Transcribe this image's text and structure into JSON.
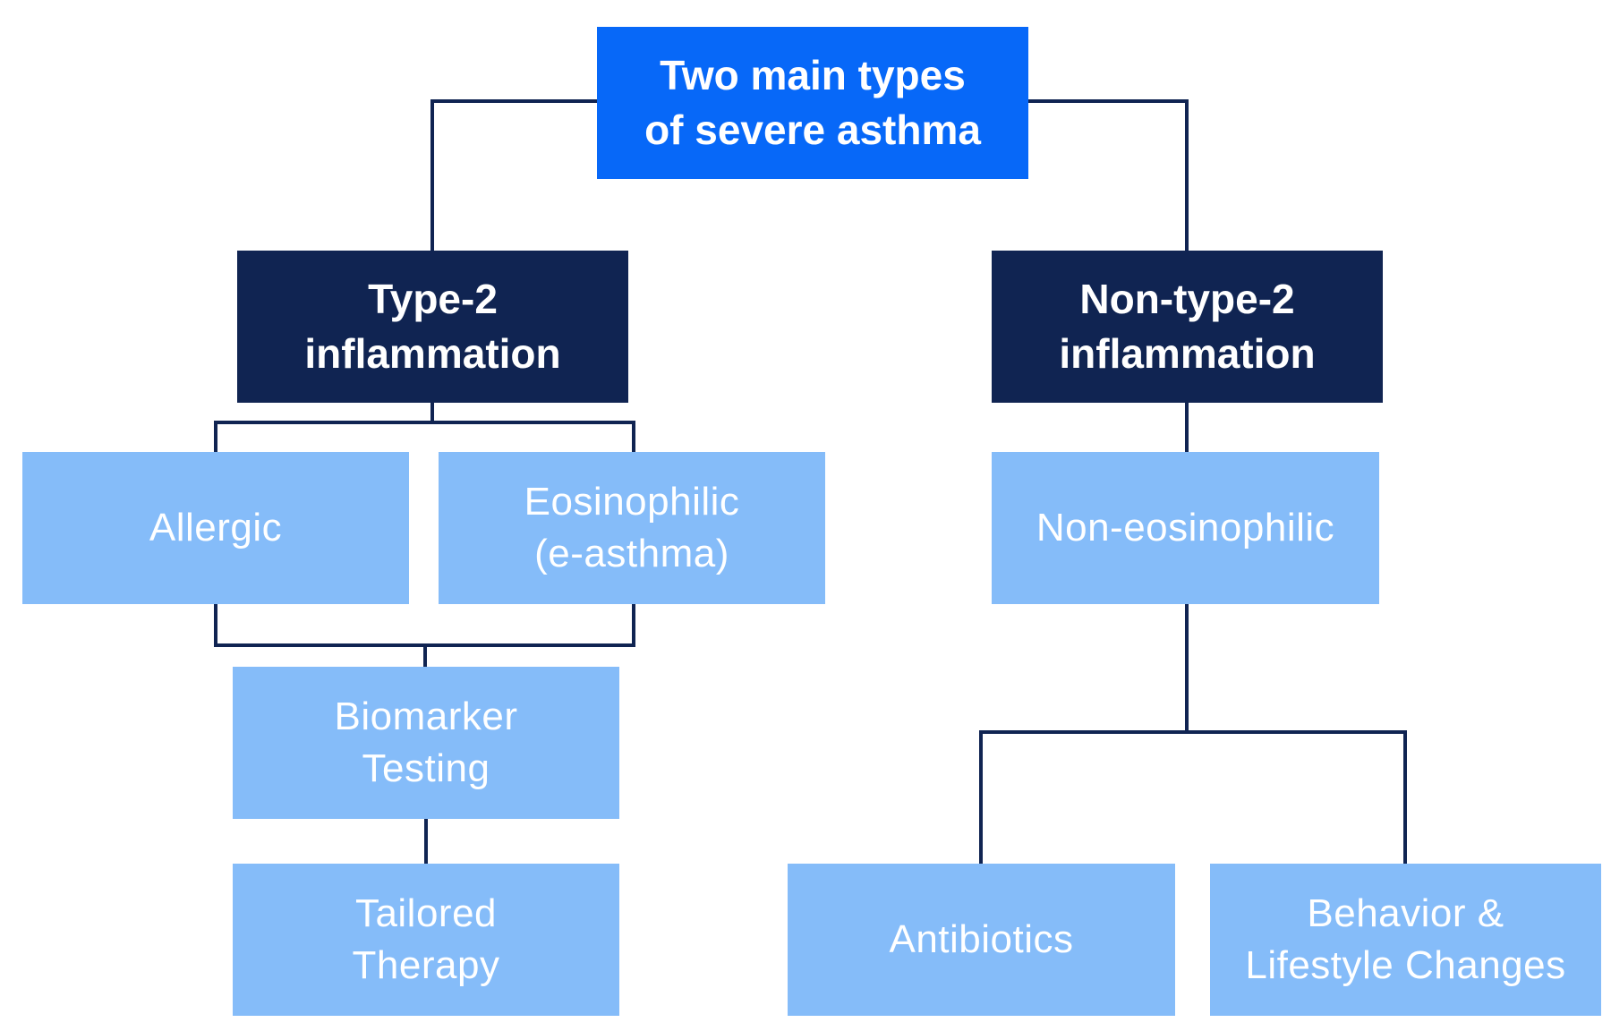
{
  "diagram": {
    "title": "Two main types of severe asthma",
    "nodes": {
      "root": {
        "label": "Two main types\nof severe asthma",
        "style": "primary"
      },
      "type2": {
        "label": "Type-2\ninflammation",
        "style": "dark"
      },
      "nontype2": {
        "label": "Non-type-2\ninflammation",
        "style": "dark"
      },
      "allergic": {
        "label": "Allergic",
        "style": "light"
      },
      "eosinophilic": {
        "label": "Eosinophilic\n(e-asthma)",
        "style": "light"
      },
      "non_eosinophilic": {
        "label": "Non-eosinophilic",
        "style": "light"
      },
      "biomarker": {
        "label": "Biomarker\nTesting",
        "style": "light"
      },
      "tailored": {
        "label": "Tailored\nTherapy",
        "style": "light"
      },
      "antibiotics": {
        "label": "Antibiotics",
        "style": "light"
      },
      "behavior": {
        "label": "Behavior &\nLifestyle Changes",
        "style": "light"
      }
    },
    "edges": [
      [
        "root",
        "type2"
      ],
      [
        "root",
        "nontype2"
      ],
      [
        "type2",
        "allergic"
      ],
      [
        "type2",
        "eosinophilic"
      ],
      [
        "allergic",
        "biomarker"
      ],
      [
        "eosinophilic",
        "biomarker"
      ],
      [
        "biomarker",
        "tailored"
      ],
      [
        "nontype2",
        "non_eosinophilic"
      ],
      [
        "non_eosinophilic",
        "antibiotics"
      ],
      [
        "non_eosinophilic",
        "behavior"
      ]
    ]
  },
  "colors": {
    "primary_blue": "#0768f8",
    "dark_navy": "#102452",
    "light_blue": "#85bcf9",
    "connector_navy": "#102452",
    "text_white": "#ffffff",
    "background": "#ffffff"
  }
}
